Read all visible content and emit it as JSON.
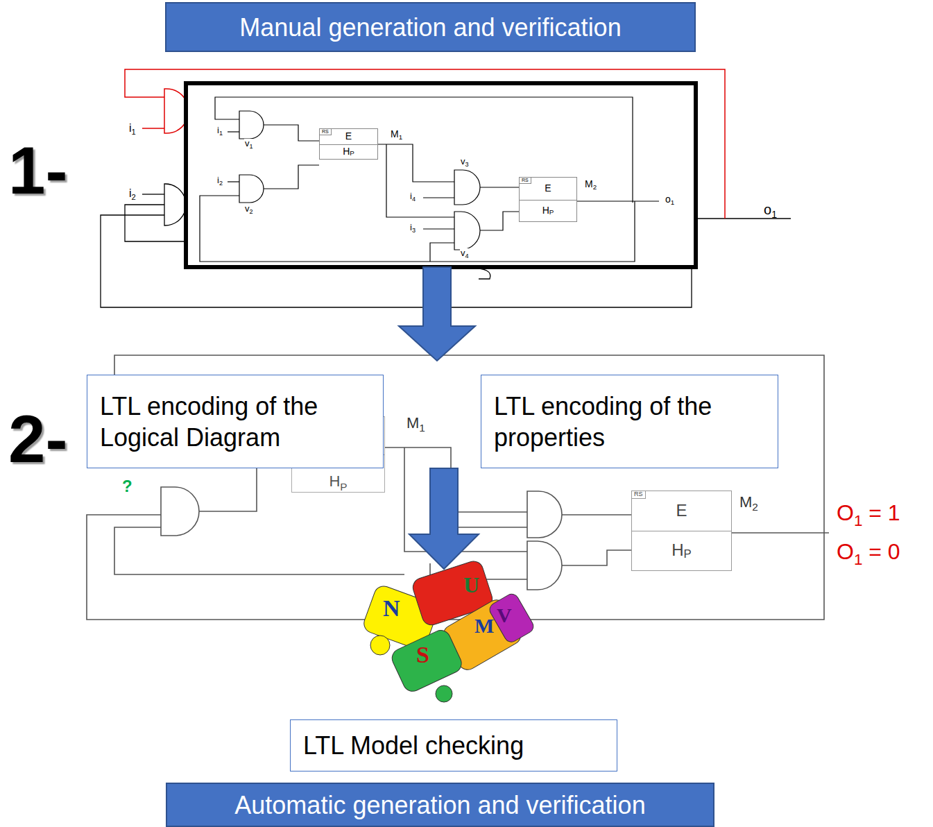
{
  "diagram": {
    "nodes": [
      {
        "text": [
          "Manual generation and verification"
        ]
      },
      {
        "text": [
          "RS",
          "E",
          "HP"
        ]
      },
      {
        "text": [
          "RS",
          "E",
          "HP"
        ]
      },
      {
        "text": [
          "LTL encoding of the Logical Diagram"
        ]
      },
      {
        "text": [
          "HP"
        ]
      },
      {
        "text": [
          "LTL encoding of the properties"
        ]
      },
      {
        "text": [
          "RS",
          "E",
          "HP"
        ]
      },
      {
        "text": [
          "LTL Model checking"
        ]
      },
      {
        "text": [
          "Automatic generation and verification"
        ]
      }
    ],
    "labels": [
      "1-",
      "i1",
      "i2",
      "i1",
      "v1",
      "M1",
      "i2",
      "v2",
      "v3",
      "M2",
      "i4",
      "o1",
      "i3",
      "v4",
      "o1",
      "2-",
      "M1",
      "?",
      "M2",
      "O1 = 1",
      "O1 = 0",
      "N",
      "U",
      "S",
      "M",
      "V"
    ]
  }
}
